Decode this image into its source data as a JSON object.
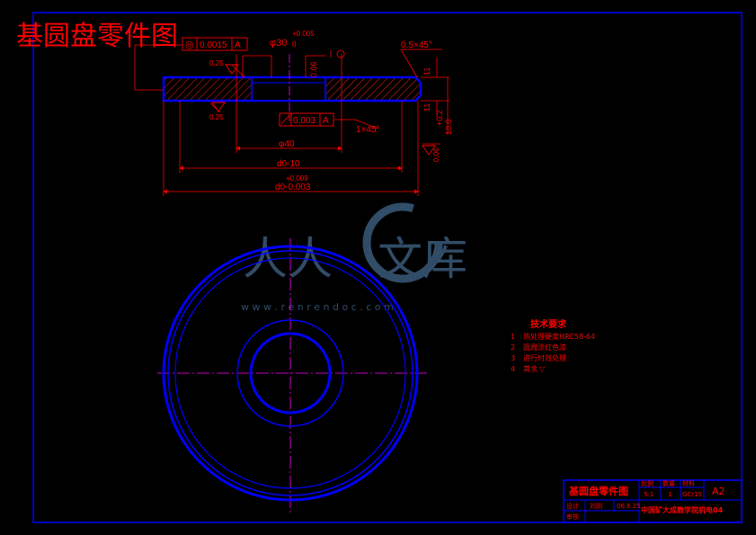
{
  "title": "基圆盘零件图",
  "colors": {
    "background": "#000000",
    "frame": "#0000ff",
    "outline": "#0000ff",
    "dimension": "#ff0000",
    "center_line": "#ff00ff",
    "hatch": "#cc2200",
    "title_text": "#ff0000",
    "watermark": "#3a5a7a"
  },
  "section_view": {
    "tol_circle_symbol": "◎",
    "tol_concentricity": "0.0015",
    "datum_a": "A",
    "bore_upper_tol": "+0.005",
    "bore_diameter": "φ30",
    "bore_lower_tol": "0",
    "roughness_top": "0.25",
    "roughness_bottom": "0.25",
    "bore_depth": "0.06",
    "chamfer_top": "0.5×45°",
    "thickness_1": "11",
    "thickness_2": "11",
    "thickness_total_upper": "+0.2",
    "thickness_total": "10.0",
    "flatness_right": "0.06",
    "tol_runout": "0.003",
    "chamfer_bottom": "1×45°",
    "dia_40": "φ40",
    "dia_outer_1": "d0-10",
    "dia_outer_upper_tol": "+0.009",
    "dia_outer_2": "d0-0.003"
  },
  "watermark": {
    "chars_left": "人人",
    "chars_right": "文库",
    "url": "w w w . r e n r e n d o c . c o m"
  },
  "tech_requirements": {
    "heading": "技术要求",
    "items": [
      {
        "num": "1",
        "text": "热处理硬度HRC58-64"
      },
      {
        "num": "2",
        "text": "圆周涂红色漆"
      },
      {
        "num": "3",
        "text": "进行时效处理"
      },
      {
        "num": "4",
        "text": "其余"
      }
    ],
    "roughness_symbol": "▽"
  },
  "title_block": {
    "drawing_name": "基圆盘零件图",
    "col_scale": "比例",
    "col_qty": "数量",
    "col_material": "材料",
    "scale": "5:1",
    "qty": "1",
    "material": "GCr15",
    "sheet": "A2",
    "designer_label": "设计",
    "designer_name": "刘刚",
    "date": "06.6.25",
    "reviewer_label": "审核",
    "school": "中国矿大成教学院机电04"
  }
}
